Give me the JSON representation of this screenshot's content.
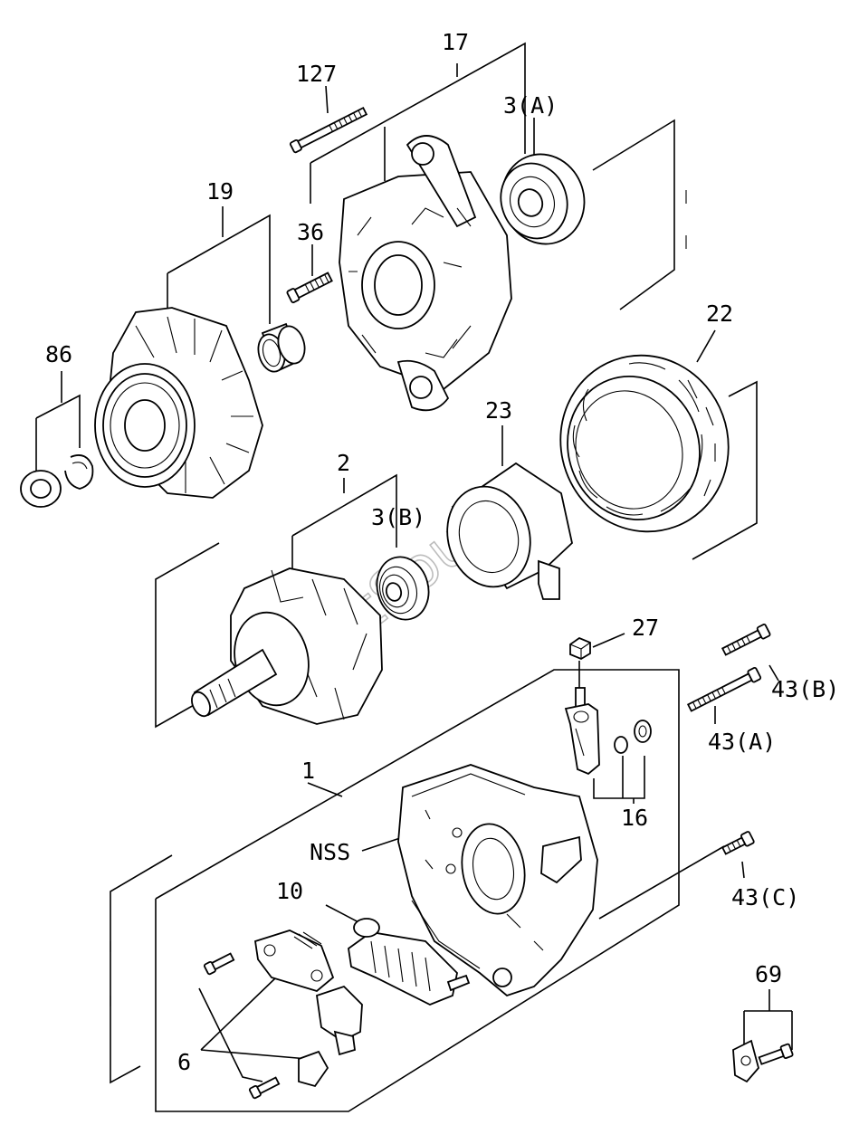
{
  "labels": {
    "l17": "17",
    "l127": "127",
    "l3a": "3(A)",
    "l19": "19",
    "l36": "36",
    "l22": "22",
    "l86": "86",
    "l23": "23",
    "l2": "2",
    "l3b": "3(B)",
    "l27": "27",
    "l43b": "43(B)",
    "l43a": "43(A)",
    "l1": "1",
    "l16": "16",
    "lnss": "NSS",
    "l43c": "43(C)",
    "l10": "10",
    "l69": "69",
    "l6": "6"
  },
  "watermark": "PartSouq",
  "icons": {
    "bolt": "bolt-icon",
    "bearing": "bearing-icon",
    "pulley": "pulley-icon"
  }
}
